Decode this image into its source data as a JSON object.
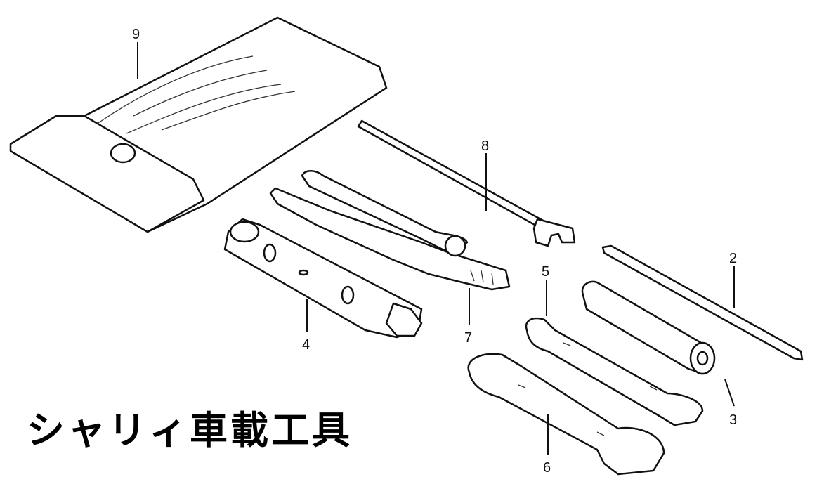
{
  "title": "シャリィ車載工具",
  "callouts": {
    "c2": "2",
    "c3": "3",
    "c4": "4",
    "c5": "5",
    "c6": "6",
    "c7": "7",
    "c8": "8",
    "c9": "9"
  },
  "colors": {
    "ink": "#111111",
    "background": "#ffffff"
  }
}
